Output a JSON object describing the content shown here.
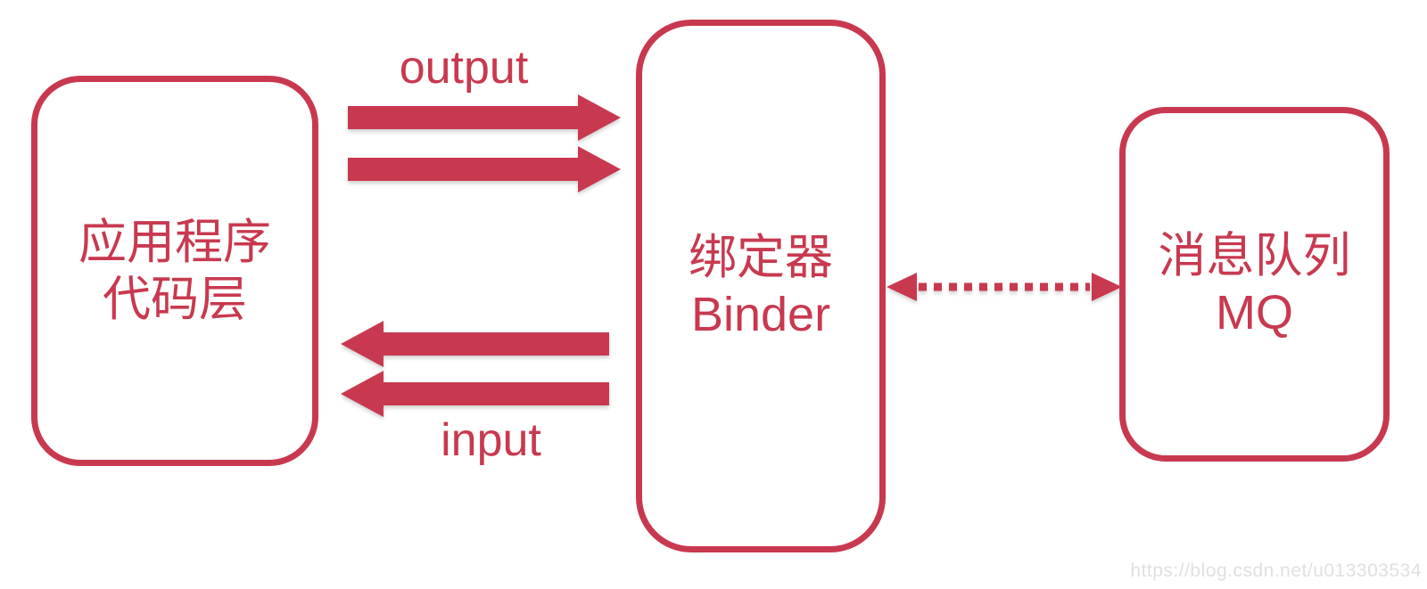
{
  "diagram": {
    "background_color": "#ffffff",
    "accent_color": "#C8394F",
    "nodes": [
      {
        "id": "app-code-layer",
        "lines": [
          "应用程序",
          "代码层"
        ]
      },
      {
        "id": "binder",
        "lines": [
          "绑定器",
          "Binder"
        ]
      },
      {
        "id": "mq",
        "lines": [
          "消息队列",
          "MQ"
        ]
      }
    ],
    "edges": [
      {
        "from": "app-code-layer",
        "to": "binder",
        "label": "output",
        "style": "double-solid-block-arrow",
        "direction": "right"
      },
      {
        "from": "binder",
        "to": "app-code-layer",
        "label": "input",
        "style": "double-solid-block-arrow",
        "direction": "left"
      },
      {
        "from": "binder",
        "to": "mq",
        "label": "",
        "style": "dotted-line-double-headed",
        "direction": "both"
      }
    ],
    "watermark": {
      "text": "https://blog.csdn.net/u013303534",
      "color": "#E0E0E0"
    }
  }
}
